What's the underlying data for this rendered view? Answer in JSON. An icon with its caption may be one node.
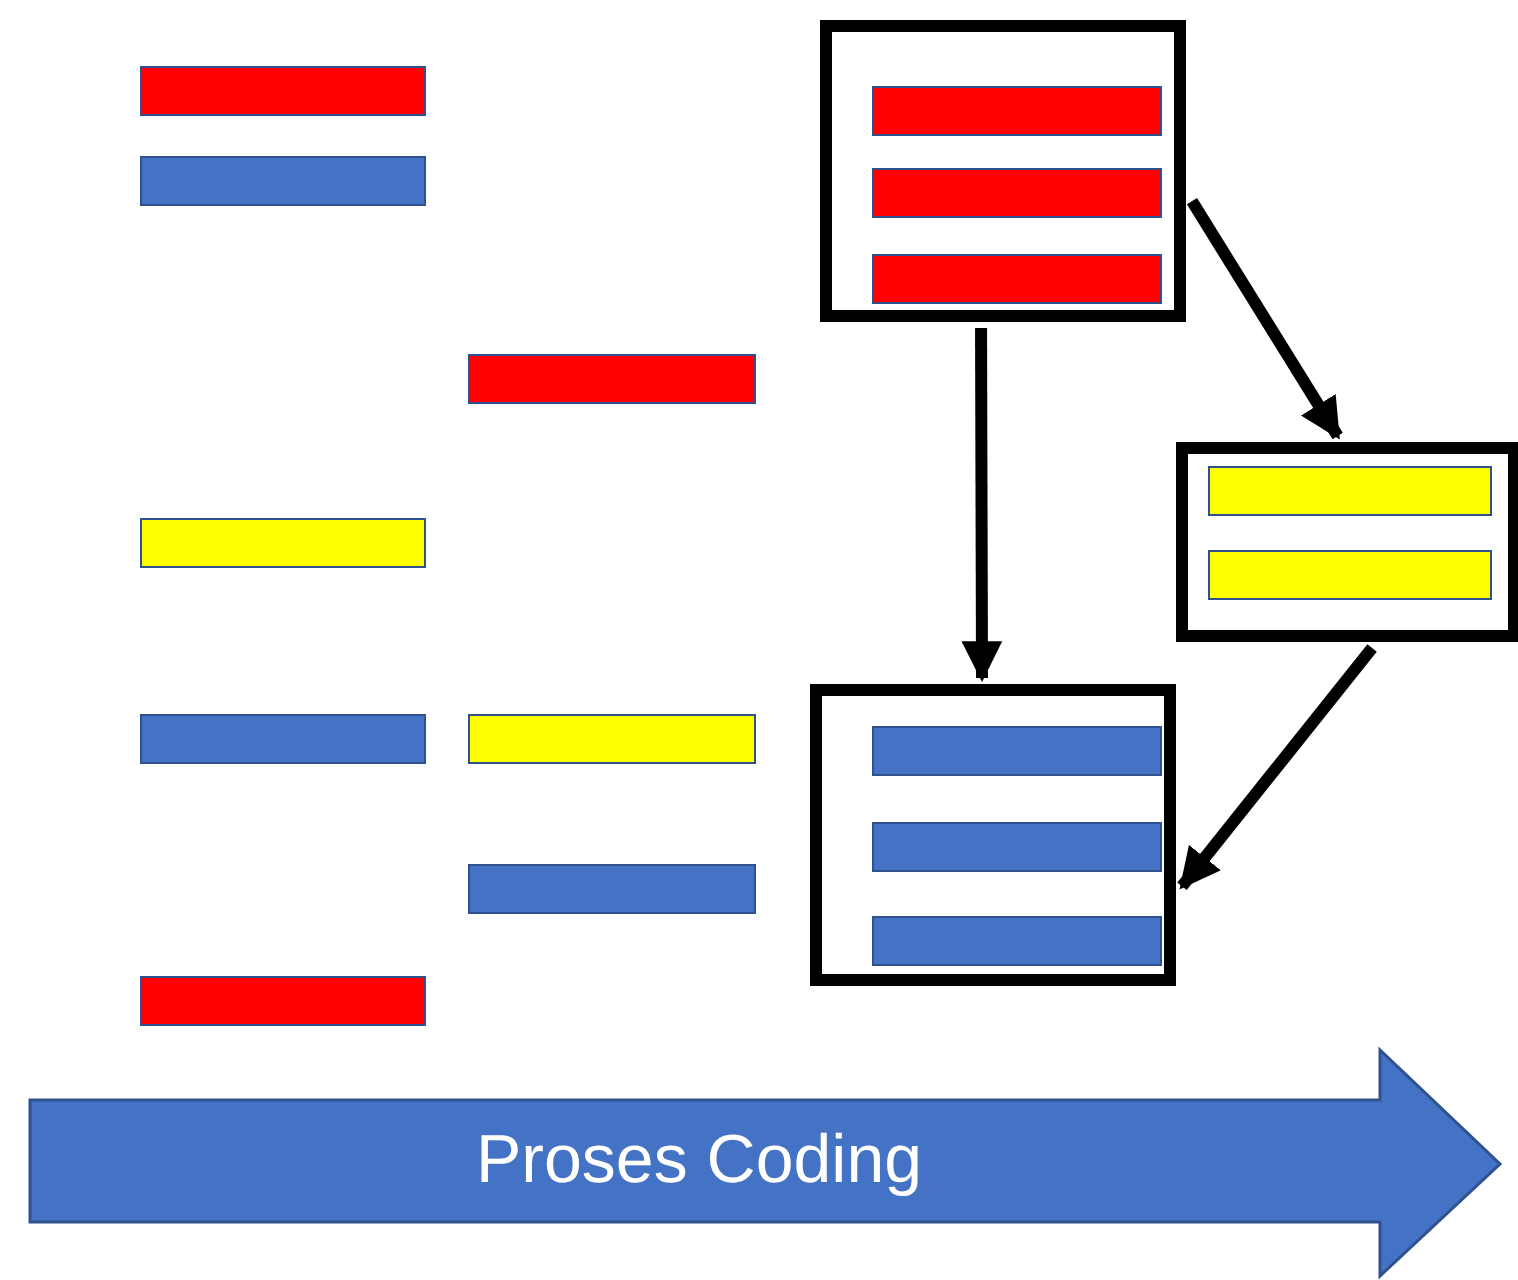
{
  "diagram": {
    "nodes": [
      {
        "text": [],
        "shape": "bar"
      },
      {
        "text": [],
        "shape": "box"
      },
      {
        "text": [],
        "shape": "bar",
        "in": 1
      },
      {
        "text": [],
        "shape": "bar",
        "in": 1
      },
      {
        "text": [],
        "shape": "bar",
        "in": 1
      },
      {
        "text": [],
        "shape": "bar"
      },
      {
        "text": [],
        "shape": "bar"
      },
      {
        "text": [],
        "shape": "box"
      },
      {
        "text": [],
        "shape": "bar",
        "in": 7
      },
      {
        "text": [],
        "shape": "bar",
        "in": 7
      },
      {
        "text": [],
        "shape": "bar"
      },
      {
        "text": [],
        "shape": "box"
      },
      {
        "text": [],
        "shape": "bar",
        "in": 11
      },
      {
        "text": [],
        "shape": "bar",
        "in": 11
      },
      {
        "text": [],
        "shape": "bar",
        "in": 11
      },
      {
        "text": [],
        "shape": "bar"
      },
      {
        "text": [],
        "shape": "bar"
      },
      {
        "text": [],
        "shape": "bar"
      },
      {
        "text": [],
        "shape": "bar"
      }
    ],
    "edges": [
      {
        "from": 1,
        "to": 11,
        "arrow": "to"
      },
      {
        "from": 1,
        "to": 7,
        "arrow": "to"
      },
      {
        "from": 7,
        "to": 11,
        "arrow": "to"
      }
    ],
    "labels": [
      "Proses Coding"
    ]
  }
}
